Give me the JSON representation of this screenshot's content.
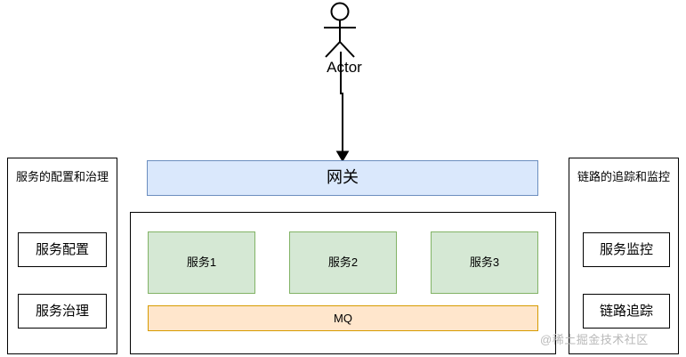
{
  "diagram": {
    "actor": {
      "label": "Actor",
      "icon": "actor-stick-figure-icon"
    },
    "gateway": {
      "label": "网关",
      "fill": "#dae8fc",
      "stroke": "#6c8ebf"
    },
    "services_container": {
      "services": [
        {
          "label": "服务1"
        },
        {
          "label": "服务2"
        },
        {
          "label": "服务3"
        }
      ],
      "service_fill": "#d5e8d4",
      "service_stroke": "#82b366",
      "mq": {
        "label": "MQ",
        "fill": "#ffe6cc",
        "stroke": "#d79b00"
      }
    },
    "left_panel": {
      "title": "服务的配置和治理",
      "items": [
        {
          "label": "服务配置"
        },
        {
          "label": "服务治理"
        }
      ]
    },
    "right_panel": {
      "title": "链路的追踪和监控",
      "items": [
        {
          "label": "服务监控"
        },
        {
          "label": "链路追踪"
        }
      ]
    },
    "connector": {
      "from": "actor",
      "to": "gateway",
      "style": "solid-arrow-down"
    },
    "watermark": "@稀土掘金技术社区"
  }
}
